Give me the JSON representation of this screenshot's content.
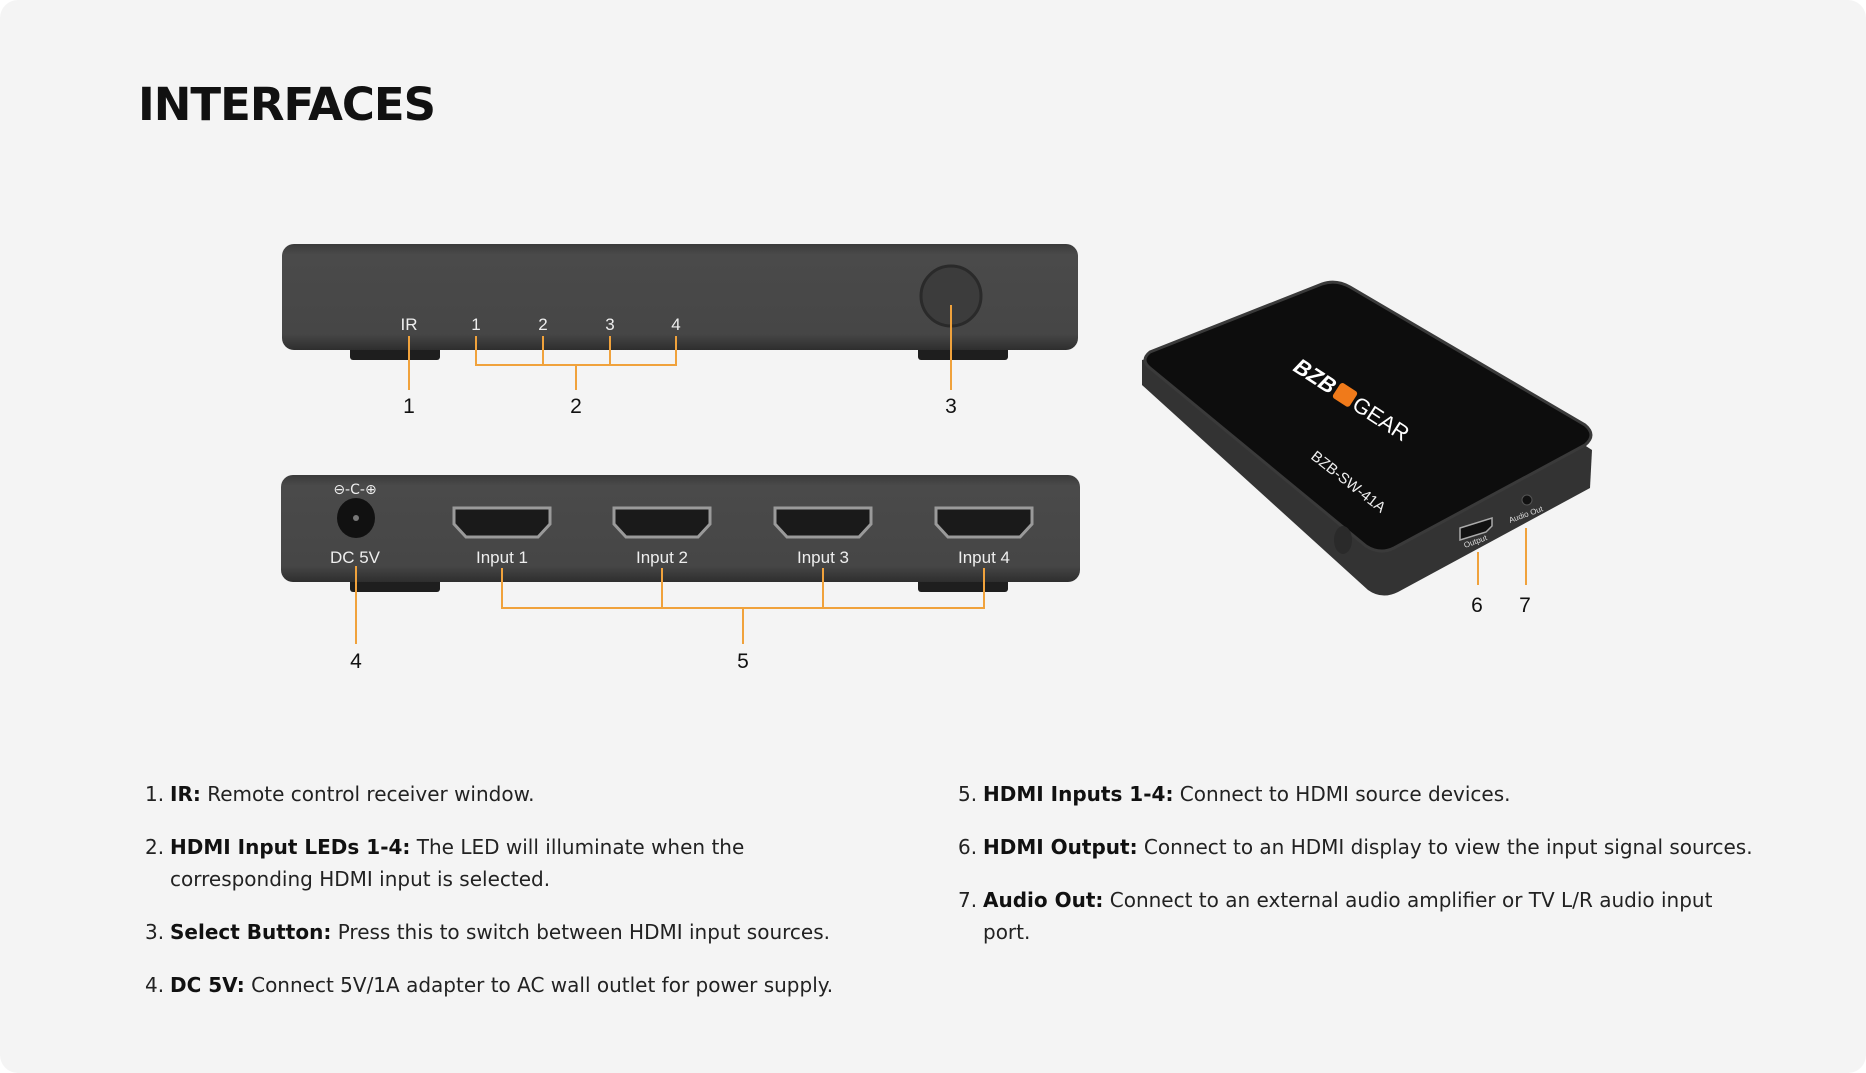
{
  "title": "INTERFACES",
  "accent_color": "#f0a23c",
  "front_panel": {
    "labels": [
      "IR",
      "1",
      "2",
      "3",
      "4"
    ],
    "callouts": [
      "1",
      "2",
      "3"
    ]
  },
  "rear_panel": {
    "power_symbol": "⊖-C-⊕",
    "labels": [
      "DC 5V",
      "Input 1",
      "Input 2",
      "Input 3",
      "Input 4"
    ],
    "callouts": [
      "4",
      "5"
    ]
  },
  "device": {
    "brand_logo": "BZB GEAR",
    "model": "BZB-SW-41A",
    "port_labels": [
      "Output",
      "Audio Out"
    ],
    "callouts": [
      "6",
      "7"
    ]
  },
  "items": [
    {
      "num": "1.",
      "term": "IR:",
      "desc": " Remote control receiver window."
    },
    {
      "num": "2.",
      "term": "HDMI Input LEDs 1-4:",
      "desc": " The LED will illuminate when the corresponding HDMI input is selected."
    },
    {
      "num": "3.",
      "term": "Select Button:",
      "desc": " Press this to switch between HDMI input sources."
    },
    {
      "num": "4.",
      "term": "DC 5V:",
      "desc": " Connect 5V/1A adapter to AC wall outlet for power supply."
    },
    {
      "num": "5.",
      "term": "HDMI Inputs 1-4:",
      "desc": " Connect to HDMI source devices."
    },
    {
      "num": "6.",
      "term": "HDMI Output:",
      "desc": " Connect to an HDMI display to view the input signal sources."
    },
    {
      "num": "7.",
      "term": "Audio Out:",
      "desc": " Connect to an external audio amplifier or TV L/R audio input port."
    }
  ]
}
